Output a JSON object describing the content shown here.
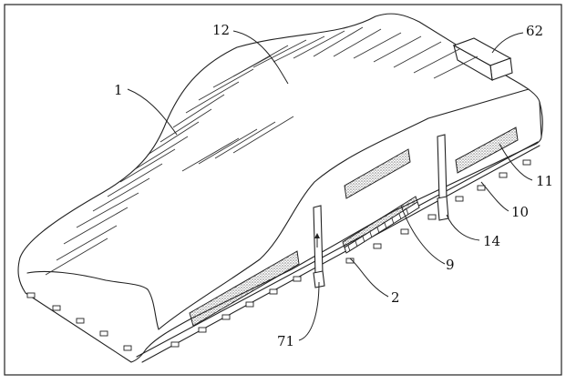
{
  "labels": {
    "l1": "1",
    "l12": "12",
    "l62": "62",
    "l11": "11",
    "l10": "10",
    "l14": "14",
    "l9": "9",
    "l2": "2",
    "l71": "71"
  }
}
